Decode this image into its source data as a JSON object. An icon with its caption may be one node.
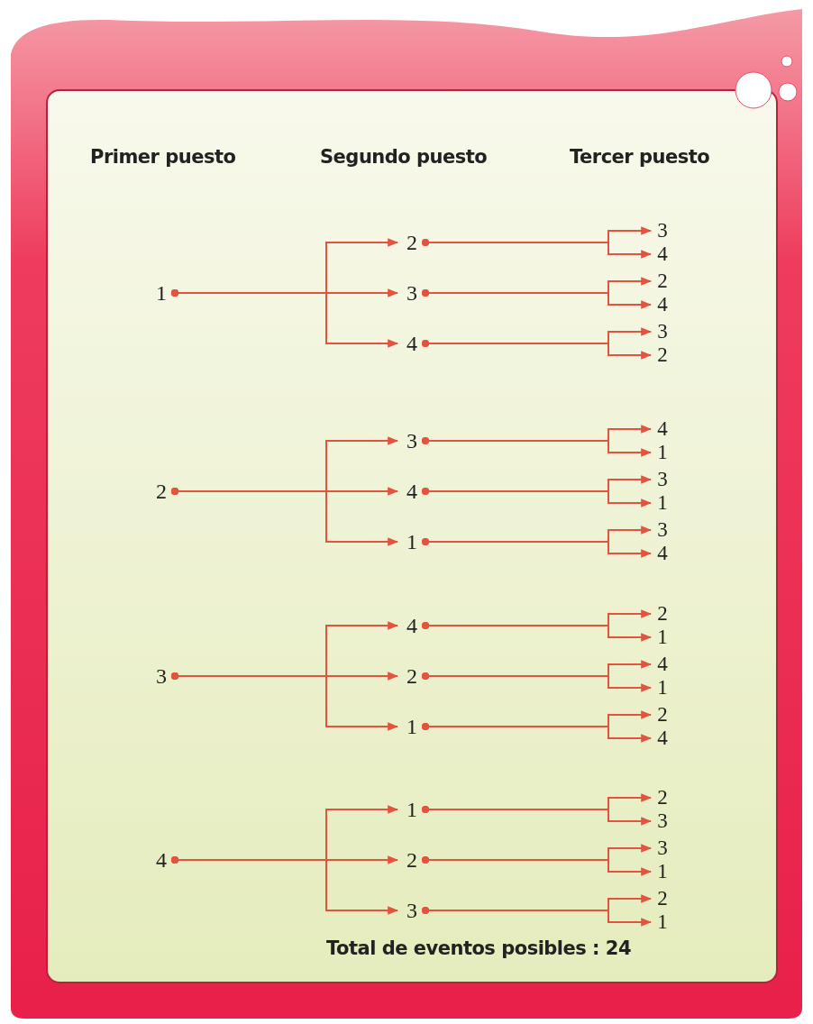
{
  "diagram": {
    "nodes": [
      {
        "text": [
          "1"
        ]
      },
      {
        "text": [
          "2"
        ]
      },
      {
        "text": [
          "3"
        ]
      },
      {
        "text": [
          "4"
        ]
      },
      {
        "text": [
          "3"
        ]
      },
      {
        "text": [
          "2"
        ]
      },
      {
        "text": [
          "4"
        ]
      },
      {
        "text": [
          "4"
        ]
      },
      {
        "text": [
          "3"
        ]
      },
      {
        "text": [
          "2"
        ]
      },
      {
        "text": [
          "2"
        ]
      },
      {
        "text": [
          "3"
        ]
      },
      {
        "text": [
          "4"
        ]
      },
      {
        "text": [
          "1"
        ]
      },
      {
        "text": [
          "4"
        ]
      },
      {
        "text": [
          "3"
        ]
      },
      {
        "text": [
          "1"
        ]
      },
      {
        "text": [
          "1"
        ]
      },
      {
        "text": [
          "3"
        ]
      },
      {
        "text": [
          "4"
        ]
      },
      {
        "text": [
          "3"
        ]
      },
      {
        "text": [
          "4"
        ]
      },
      {
        "text": [
          "2"
        ]
      },
      {
        "text": [
          "1"
        ]
      },
      {
        "text": [
          "2"
        ]
      },
      {
        "text": [
          "4"
        ]
      },
      {
        "text": [
          "1"
        ]
      },
      {
        "text": [
          "1"
        ]
      },
      {
        "text": [
          "2"
        ]
      },
      {
        "text": [
          "4"
        ]
      },
      {
        "text": [
          "4"
        ]
      },
      {
        "text": [
          "1"
        ]
      },
      {
        "text": [
          "2"
        ]
      },
      {
        "text": [
          "3"
        ]
      },
      {
        "text": [
          "2"
        ]
      },
      {
        "text": [
          "3"
        ]
      },
      {
        "text": [
          "1"
        ]
      },
      {
        "text": [
          "3"
        ]
      },
      {
        "text": [
          "2"
        ]
      },
      {
        "text": [
          "1"
        ]
      }
    ],
    "edges": [
      {
        "from": 0,
        "to": 1,
        "arrow": "to"
      },
      {
        "from": 1,
        "to": 2,
        "arrow": "to"
      },
      {
        "from": 1,
        "to": 3,
        "arrow": "to"
      },
      {
        "from": 0,
        "to": 4,
        "arrow": "to"
      },
      {
        "from": 4,
        "to": 5,
        "arrow": "to"
      },
      {
        "from": 4,
        "to": 6,
        "arrow": "to"
      },
      {
        "from": 0,
        "to": 7,
        "arrow": "to"
      },
      {
        "from": 7,
        "to": 8,
        "arrow": "to"
      },
      {
        "from": 7,
        "to": 9,
        "arrow": "to"
      },
      {
        "from": 10,
        "to": 11,
        "arrow": "to"
      },
      {
        "from": 11,
        "to": 12,
        "arrow": "to"
      },
      {
        "from": 11,
        "to": 13,
        "arrow": "to"
      },
      {
        "from": 10,
        "to": 14,
        "arrow": "to"
      },
      {
        "from": 14,
        "to": 15,
        "arrow": "to"
      },
      {
        "from": 14,
        "to": 16,
        "arrow": "to"
      },
      {
        "from": 10,
        "to": 17,
        "arrow": "to"
      },
      {
        "from": 17,
        "to": 18,
        "arrow": "to"
      },
      {
        "from": 17,
        "to": 19,
        "arrow": "to"
      },
      {
        "from": 20,
        "to": 21,
        "arrow": "to"
      },
      {
        "from": 21,
        "to": 22,
        "arrow": "to"
      },
      {
        "from": 21,
        "to": 23,
        "arrow": "to"
      },
      {
        "from": 20,
        "to": 24,
        "arrow": "to"
      },
      {
        "from": 24,
        "to": 25,
        "arrow": "to"
      },
      {
        "from": 24,
        "to": 26,
        "arrow": "to"
      },
      {
        "from": 20,
        "to": 27,
        "arrow": "to"
      },
      {
        "from": 27,
        "to": 28,
        "arrow": "to"
      },
      {
        "from": 27,
        "to": 29,
        "arrow": "to"
      },
      {
        "from": 30,
        "to": 31,
        "arrow": "to"
      },
      {
        "from": 31,
        "to": 32,
        "arrow": "to"
      },
      {
        "from": 31,
        "to": 33,
        "arrow": "to"
      },
      {
        "from": 30,
        "to": 34,
        "arrow": "to"
      },
      {
        "from": 34,
        "to": 35,
        "arrow": "to"
      },
      {
        "from": 34,
        "to": 36,
        "arrow": "to"
      },
      {
        "from": 30,
        "to": 37,
        "arrow": "to"
      },
      {
        "from": 37,
        "to": 38,
        "arrow": "to"
      },
      {
        "from": 37,
        "to": 39,
        "arrow": "to"
      }
    ],
    "labels": [
      "Primer puesto",
      "Segundo puesto",
      "Tercer puesto",
      "Total de eventos posibles : 24"
    ]
  }
}
